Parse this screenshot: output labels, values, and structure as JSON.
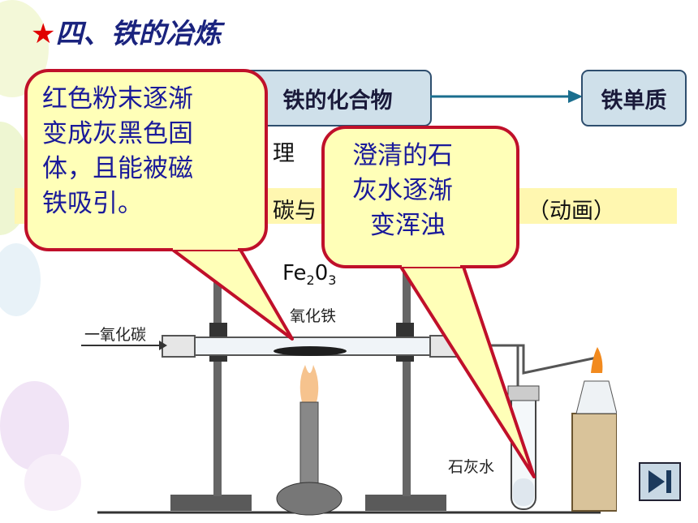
{
  "slide": {
    "title": "四、铁的冶炼",
    "title_star": "★"
  },
  "flow": {
    "from_label": "铁的化合物",
    "to_label": "铁单质"
  },
  "section": {
    "principle_text": "理",
    "experiment_text": "碳与",
    "animation_label": "（动画）"
  },
  "bubbles": {
    "left_lines": [
      "红色粉末逐渐",
      "变成灰黑色固",
      "体，且能被磁",
      "铁吸引。"
    ],
    "right_lines": [
      "澄清的石",
      "灰水逐渐",
      "变浑浊"
    ]
  },
  "diagram": {
    "formula_base": "Fe",
    "formula_sub1": "2",
    "formula_mid": "0",
    "formula_sub2": "3",
    "iron_oxide_label": "氧化铁",
    "co_label": "一氧化碳",
    "limewater_label": "石灰水"
  },
  "colors": {
    "title": "#1a237e",
    "star": "#e00000",
    "bubble_border": "#c0102a",
    "bubble_fill": "#ffffb8",
    "box_fill": "#cfe0ea",
    "arrow": "#1a6e8e"
  }
}
